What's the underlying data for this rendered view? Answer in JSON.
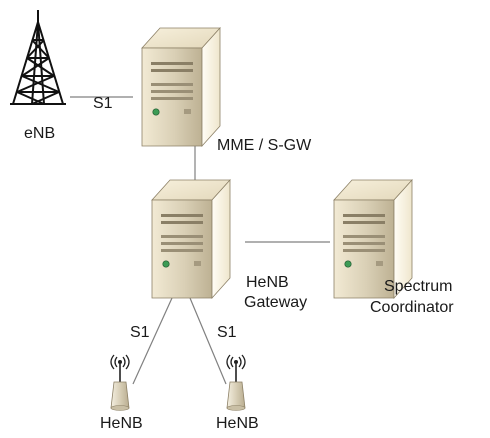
{
  "nodes": {
    "enb": {
      "label": "eNB",
      "icon": "cell-tower-icon"
    },
    "mme": {
      "label": "MME / S-GW",
      "icon": "server-icon"
    },
    "gateway": {
      "label_line1": "HeNB",
      "label_line2": "Gateway",
      "icon": "server-icon"
    },
    "coordinator": {
      "label_line1": "Spectrum",
      "label_line2": "Coordinator",
      "icon": "server-icon"
    },
    "henb_left": {
      "label": "HeNB",
      "icon": "femtocell-antenna-icon"
    },
    "henb_right": {
      "label": "HeNB",
      "icon": "femtocell-antenna-icon"
    }
  },
  "links": {
    "enb_mme": {
      "label": "S1"
    },
    "gateway_henb_left": {
      "label": "S1"
    },
    "gateway_henb_right": {
      "label": "S1"
    }
  },
  "colors": {
    "server_front": "#d7cdb3",
    "server_side": "#fbf6e6",
    "server_top": "#efe6cd",
    "line": "#808080",
    "tower": "#111111",
    "led": "#3c9b55"
  }
}
